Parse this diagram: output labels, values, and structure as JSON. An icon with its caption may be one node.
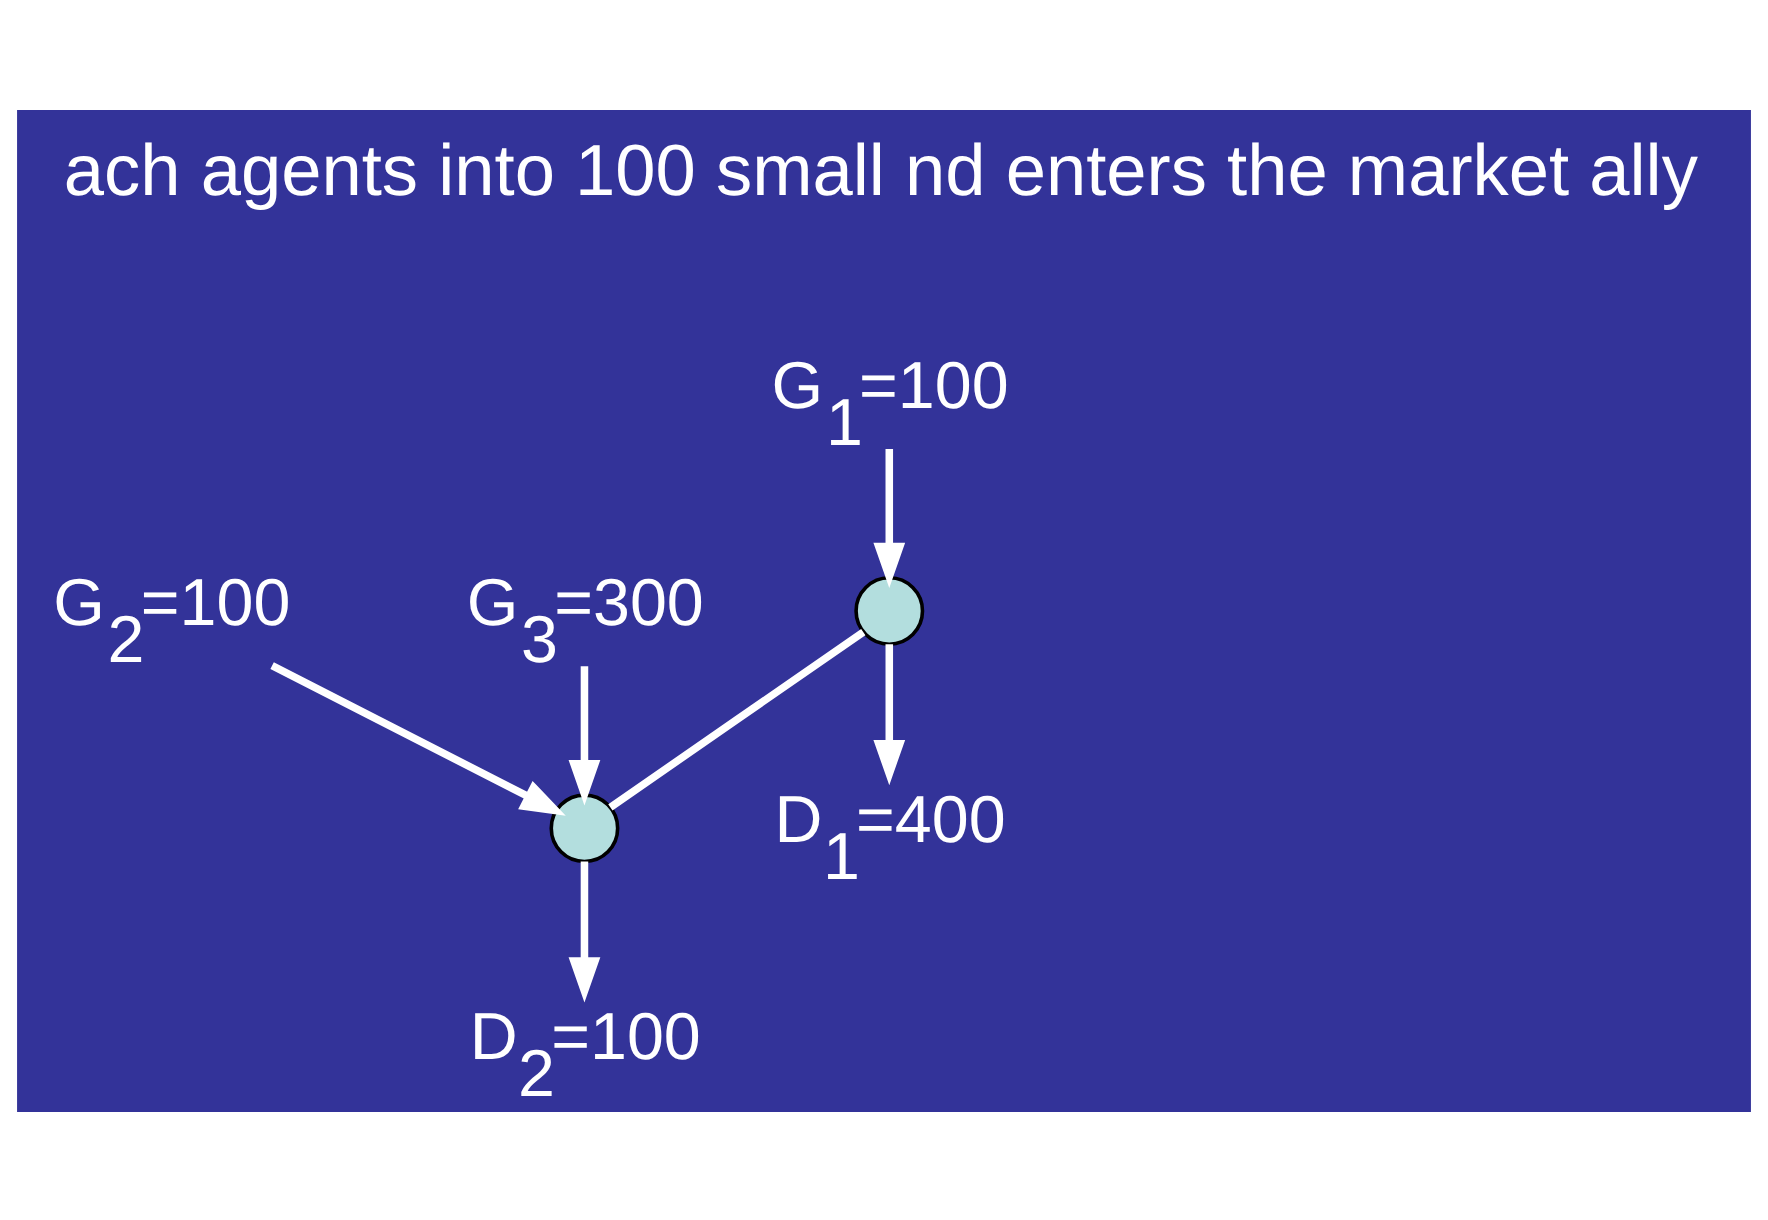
{
  "diagram": {
    "nodes": [
      {
        "text": [
          "G$_{1}$=100"
        ]
      },
      {
        "text": [],
        "shape": "circle"
      },
      {
        "text": [
          "D$_{1}$=400"
        ]
      },
      {
        "text": [],
        "shape": "circle"
      },
      {
        "text": [
          "G$_{2}$=100"
        ]
      },
      {
        "text": [
          "D$_{2}$=100"
        ]
      },
      {
        "text": [
          "G$_{3}$=300"
        ]
      }
    ],
    "edges": [
      {
        "from": 0,
        "to": 1,
        "arrow": "to"
      },
      {
        "from": 1,
        "to": 2,
        "arrow": "to"
      },
      {
        "from": 1,
        "to": 3,
        "arrow": "none"
      },
      {
        "from": 4,
        "to": 3,
        "arrow": "to"
      },
      {
        "from": 3,
        "to": 5,
        "arrow": "to"
      },
      {
        "from": 6,
        "to": 3,
        "arrow": "to"
      }
    ],
    "labels": [
      "ach agents into 100 small nd enters the market ally"
    ]
  }
}
